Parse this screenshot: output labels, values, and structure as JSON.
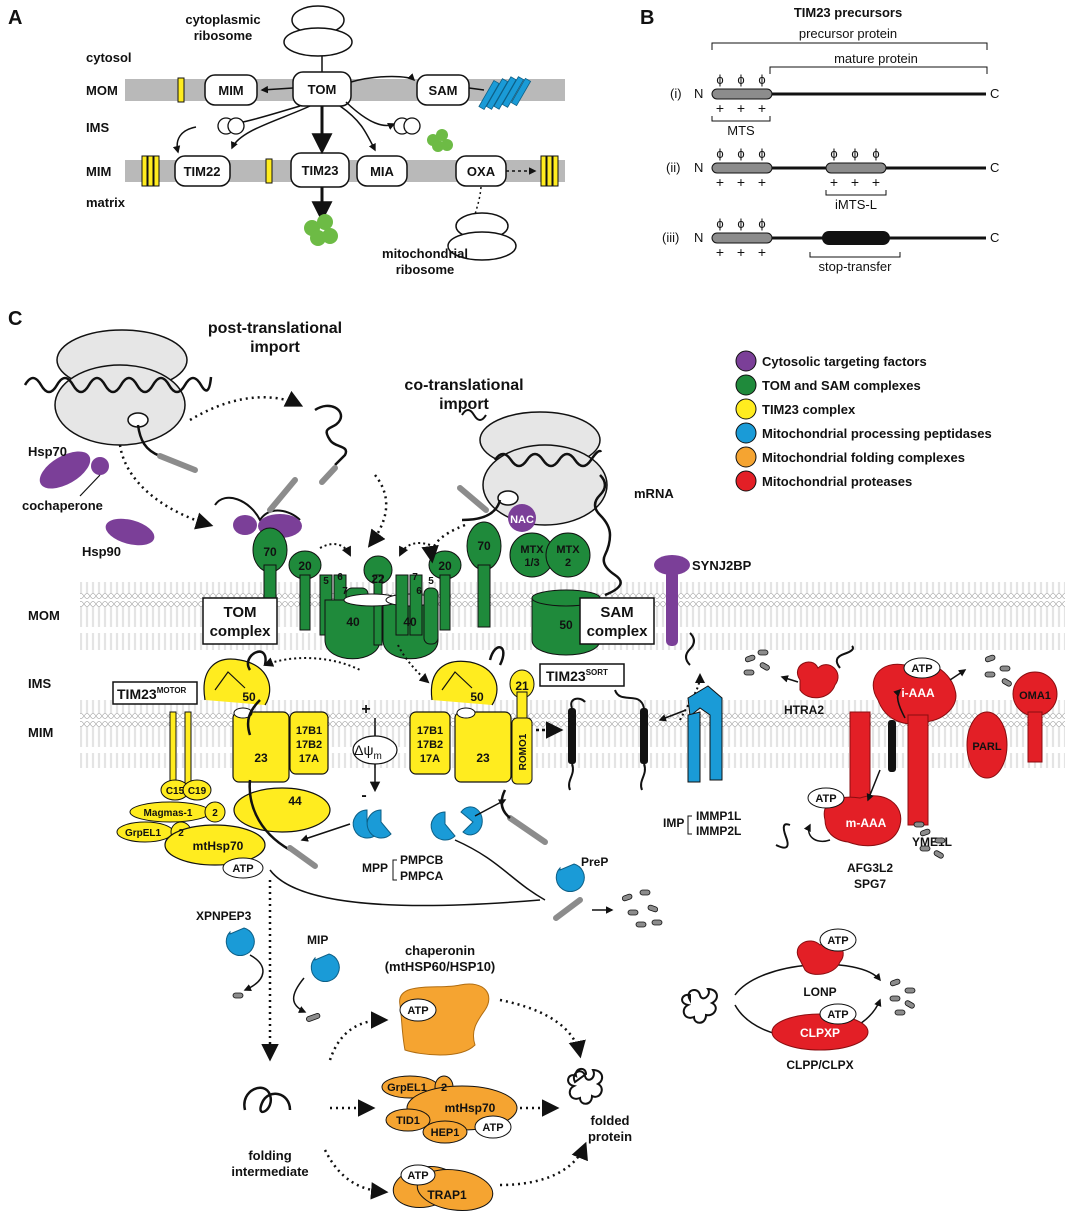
{
  "colors": {
    "purple": "#7b3f98",
    "green": "#1f8a3b",
    "yellow": "#ffec1f",
    "blue": "#1a9bd7",
    "orange": "#f5a431",
    "red": "#e31f26",
    "membrane": "#b9b9b9",
    "ribosome": "#e6e6e6",
    "precursor_grey": "#8c8c8c"
  },
  "panel_a": {
    "label": "A",
    "cytoplasmic_ribosome": [
      "cytoplasmic",
      "ribosome"
    ],
    "compartments": {
      "cytosol": "cytosol",
      "mom": "MOM",
      "ims": "IMS",
      "mim": "MIM",
      "matrix": "matrix"
    },
    "complexes": {
      "mim": "MIM",
      "tom": "TOM",
      "sam": "SAM",
      "tim22": "TIM22",
      "tim23": "TIM23",
      "mia": "MIA",
      "oxa": "OXA"
    },
    "mitochondrial_ribosome": [
      "mitochondrial",
      "ribosome"
    ]
  },
  "panel_b": {
    "label": "B",
    "title": "TIM23 precursors",
    "precursor_protein": "precursor protein",
    "mature_protein": "mature protein",
    "rows": [
      {
        "label": "(i)",
        "annotation": "MTS"
      },
      {
        "label": "(ii)",
        "annotation": "iMTS-L"
      },
      {
        "label": "(iii)",
        "annotation": "stop-transfer"
      }
    ],
    "n": "N",
    "c": "C",
    "phi": "ϕ",
    "plus": "+"
  },
  "panel_c": {
    "label": "C",
    "post_import": [
      "post-translational",
      "import"
    ],
    "co_import": [
      "co-translational",
      "import"
    ],
    "legend": [
      {
        "text": "Cytosolic targeting factors",
        "color": "#7b3f98"
      },
      {
        "text": "TOM and SAM complexes",
        "color": "#1f8a3b"
      },
      {
        "text": "TIM23 complex",
        "color": "#ffec1f"
      },
      {
        "text": "Mitochondrial processing peptidases",
        "color": "#1a9bd7"
      },
      {
        "text": "Mitochondrial folding complexes",
        "color": "#f5a431"
      },
      {
        "text": "Mitochondrial proteases",
        "color": "#e31f26"
      }
    ],
    "cytosol_factors": {
      "hsp70": "Hsp70",
      "cochaperone": "cochaperone",
      "hsp90": "Hsp90",
      "nac": "NAC",
      "mrna": "mRNA",
      "synj2bp": "SYNJ2BP"
    },
    "membranes": {
      "mom": "MOM",
      "ims": "IMS",
      "mim": "MIM"
    },
    "tom": {
      "box": [
        "TOM",
        "complex"
      ],
      "s70": "70",
      "s20": "20",
      "s22": "22",
      "s5": "5",
      "s6": "6",
      "s7": "7",
      "s40": "40"
    },
    "sam": {
      "box": [
        "SAM",
        "complex"
      ],
      "mtx13": [
        "MTX",
        "1/3"
      ],
      "mtx2": [
        "MTX",
        "2"
      ],
      "s50": "50"
    },
    "tim23_motor": {
      "box": "TIM23",
      "box_sup": "MOTOR",
      "s50": "50",
      "s23": "23",
      "s17": [
        "17B1",
        "17B2",
        "17A"
      ],
      "s44": "44",
      "c15": "C15",
      "c19": "C19",
      "magmas": "Magmas-1",
      "two": "2",
      "grpel1": "GrpEL1",
      "mthsp70": "mtHsp70",
      "atp": "ATP"
    },
    "tim23_sort": {
      "box": "TIM23",
      "box_sup": "SORT",
      "s21": "21",
      "s50": "50",
      "s23": "23",
      "s17": [
        "17B1",
        "17B2",
        "17A"
      ],
      "romo1": "ROMO1"
    },
    "potential": {
      "plus": "+",
      "minus": "-",
      "delta": "Δψ",
      "sub": "m"
    },
    "mpp": {
      "label": "MPP",
      "members": [
        "PMPCB",
        "PMPCA"
      ]
    },
    "imp": {
      "label": "IMP",
      "members": [
        "IMMP1L",
        "IMMP2L"
      ]
    },
    "prep": "PreP",
    "xpnpep3": "XPNPEP3",
    "mip": "MIP",
    "proteases": {
      "htra2": "HTRA2",
      "iaaa": "i-AAA",
      "atp": "ATP",
      "oma1": "OMA1",
      "parl": "PARL",
      "maaa": "m-AAA",
      "yme1l": "YME1L",
      "afg3l2": "AFG3L2",
      "spg7": "SPG7",
      "lonp": "LONP",
      "clpxp": "CLPXP",
      "clpp": "CLPP/CLPX"
    },
    "folding": {
      "chaperonin": [
        "chaperonin",
        "(mtHSP60/HSP10)"
      ],
      "atp": "ATP",
      "grpel1": "GrpEL1",
      "two": "2",
      "mthsp70": "mtHsp70",
      "tid1": "TID1",
      "hep1": "HEP1",
      "trap1": "TRAP1",
      "intermediate": [
        "folding",
        "intermediate"
      ],
      "folded": [
        "folded",
        "protein"
      ]
    }
  }
}
